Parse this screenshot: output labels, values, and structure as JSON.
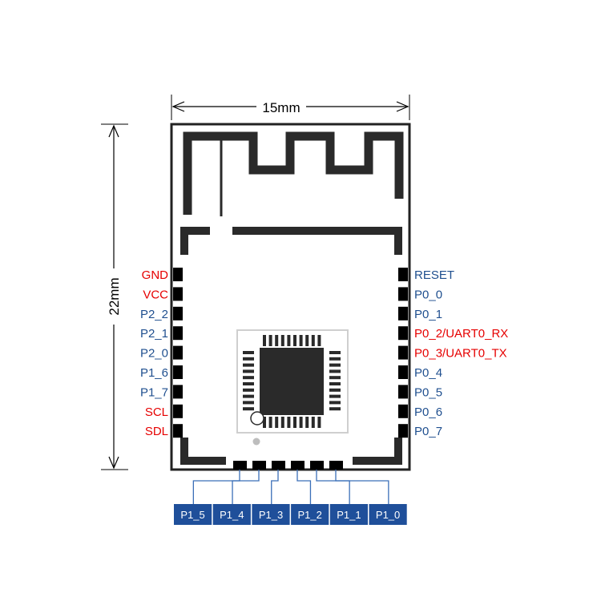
{
  "dimensions": {
    "width_label": "15mm",
    "height_label": "22mm"
  },
  "colors": {
    "pcb_ink": "#222222",
    "pad": "#000000",
    "label_red": "#e60000",
    "label_blue": "#1f4f8f",
    "bottom_box": "#1f4f9a",
    "bottom_text": "#ffffff",
    "lead_line": "#3b6fb8",
    "chip_pins": "#2a2a2a"
  },
  "left_pins": [
    {
      "label": "GND",
      "color": "red"
    },
    {
      "label": "VCC",
      "color": "red"
    },
    {
      "label": "P2_2",
      "color": "blue"
    },
    {
      "label": "P2_1",
      "color": "blue"
    },
    {
      "label": "P2_0",
      "color": "blue"
    },
    {
      "label": "P1_6",
      "color": "blue"
    },
    {
      "label": "P1_7",
      "color": "blue"
    },
    {
      "label": "SCL",
      "color": "red"
    },
    {
      "label": "SDL",
      "color": "red"
    }
  ],
  "right_pins": [
    {
      "label": "RESET",
      "color": "blue"
    },
    {
      "label": "P0_0",
      "color": "blue"
    },
    {
      "label": "P0_1",
      "color": "blue"
    },
    {
      "label": "P0_2/UART0_RX",
      "color": "red"
    },
    {
      "label": "P0_3/UART0_TX",
      "color": "red"
    },
    {
      "label": "P0_4",
      "color": "blue"
    },
    {
      "label": "P0_5",
      "color": "blue"
    },
    {
      "label": "P0_6",
      "color": "blue"
    },
    {
      "label": "P0_7",
      "color": "blue"
    }
  ],
  "bottom_pins": [
    {
      "label": "P1_5"
    },
    {
      "label": "P1_4"
    },
    {
      "label": "P1_3"
    },
    {
      "label": "P1_2"
    },
    {
      "label": "P1_1"
    },
    {
      "label": "P1_0"
    }
  ]
}
